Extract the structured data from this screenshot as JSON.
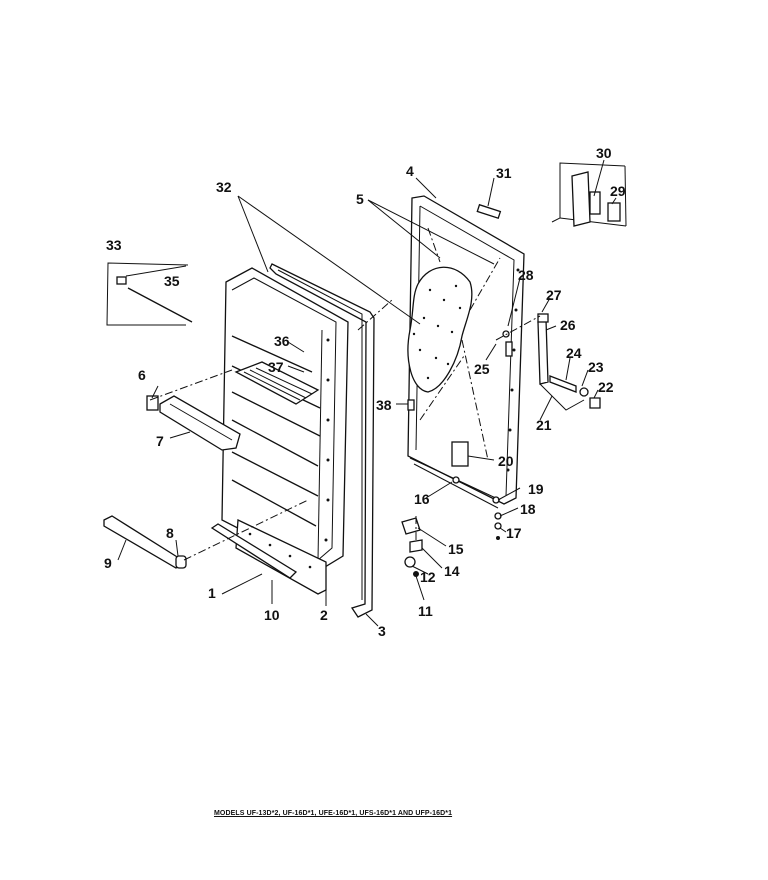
{
  "caption": "MODELS UF-13D*2, UF-16D*1, UFE-16D*1, UFS-16D*1 AND UFP-16D*1",
  "callouts": {
    "c1": "1",
    "c2": "2",
    "c3": "3",
    "c4": "4",
    "c5": "5",
    "c6": "6",
    "c7": "7",
    "c8": "8",
    "c9": "9",
    "c10": "10",
    "c11": "11",
    "c12": "12",
    "c14": "14",
    "c15": "15",
    "c16": "16",
    "c17": "17",
    "c18": "18",
    "c19": "19",
    "c20": "20",
    "c21": "21",
    "c22": "22",
    "c23": "23",
    "c24": "24",
    "c25": "25",
    "c26": "26",
    "c27": "27",
    "c28": "28",
    "c29": "29",
    "c30": "30",
    "c31": "31",
    "c32": "32",
    "c33": "33",
    "c35": "35",
    "c36": "36",
    "c37": "37",
    "c38": "38"
  }
}
